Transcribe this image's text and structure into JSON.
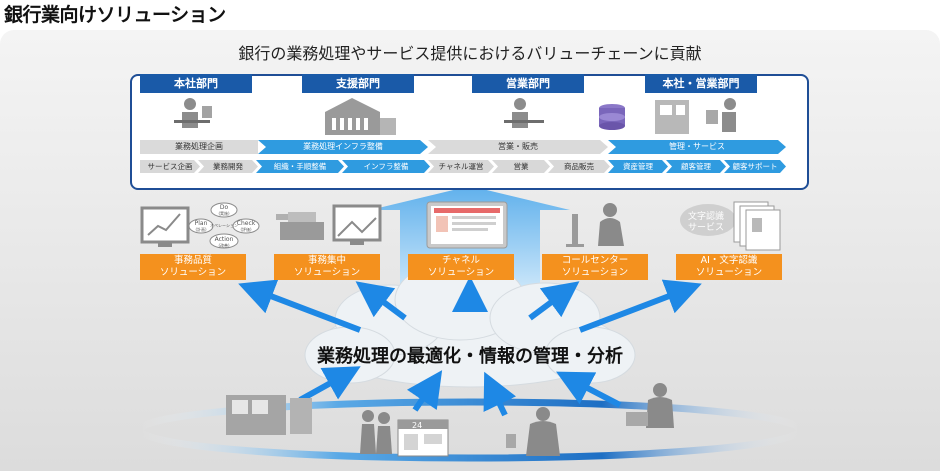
{
  "page_title": "銀行業向けソリューション",
  "subtitle": "銀行の業務処理やサービス提供におけるバリューチェーンに貢献",
  "departments": [
    "本社部門",
    "支援部門",
    "営業部門",
    "本社・営業部門"
  ],
  "value_chain": {
    "row1": [
      "業務処理企画",
      "業務処理インフラ整備",
      "営業・販売",
      "管理・サービス"
    ],
    "row2": [
      "サービス企画",
      "業務開発",
      "組織・手順整備",
      "インフラ整備",
      "チャネル運営",
      "営業",
      "商品販売",
      "資産管理",
      "顧客管理",
      "顧客サポート"
    ]
  },
  "pdca": {
    "do": "Do",
    "do_sub": "(実施)",
    "plan": "Plan",
    "plan_sub": "(計画)",
    "check": "Check",
    "check_sub": "(評価)",
    "action": "Action",
    "action_sub": "(改善)",
    "center": "オペレーション"
  },
  "ocr_card": {
    "line1": "文字認識",
    "line2": "サービス"
  },
  "store_sign": "24",
  "solutions": [
    {
      "line1": "事務品質",
      "line2": "ソリューション"
    },
    {
      "line1": "事務集中",
      "line2": "ソリューション"
    },
    {
      "line1": "チャネル",
      "line2": "ソリューション"
    },
    {
      "line1": "コールセンター",
      "line2": "ソリューション"
    },
    {
      "line1": "AI・文字認識",
      "line2": "ソリューション"
    }
  ],
  "center_text": "業務処理の最適化・情報の管理・分析",
  "colors": {
    "dept_blue": "#1a5aa8",
    "chain_border": "#1f4e96",
    "bar_blue": "#2f9be0",
    "bar_gray": "#dadada",
    "solution_orange": "#f4911e",
    "arrow_blue": "#1e88e5"
  }
}
